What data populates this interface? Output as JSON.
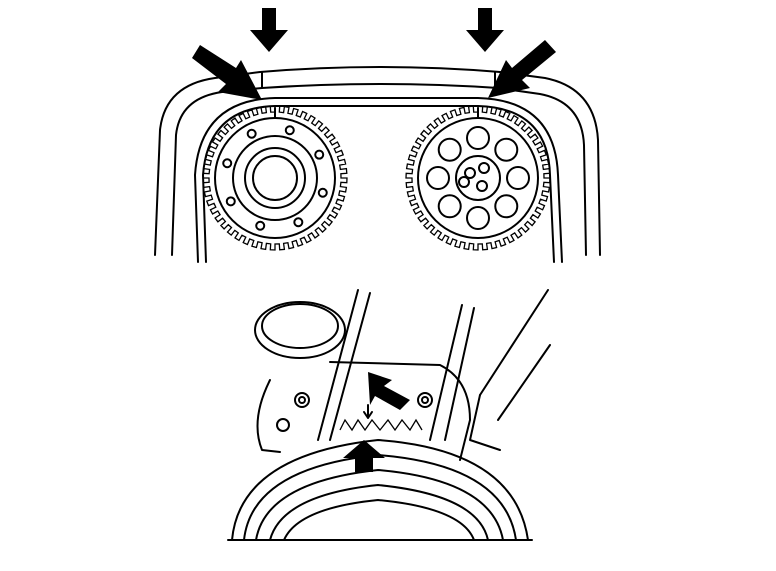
{
  "colors": {
    "line": "#000000",
    "background": "#ffffff"
  },
  "figure": {
    "upper_view": {
      "components": [
        "timing-cover",
        "camshaft-sprocket-left",
        "camshaft-sprocket-right",
        "timing-belt"
      ],
      "arrows": 4
    },
    "lower_view": {
      "components": [
        "crankshaft-pulley",
        "crankshaft-sprocket",
        "timing-belt"
      ],
      "arrows": 2
    }
  }
}
